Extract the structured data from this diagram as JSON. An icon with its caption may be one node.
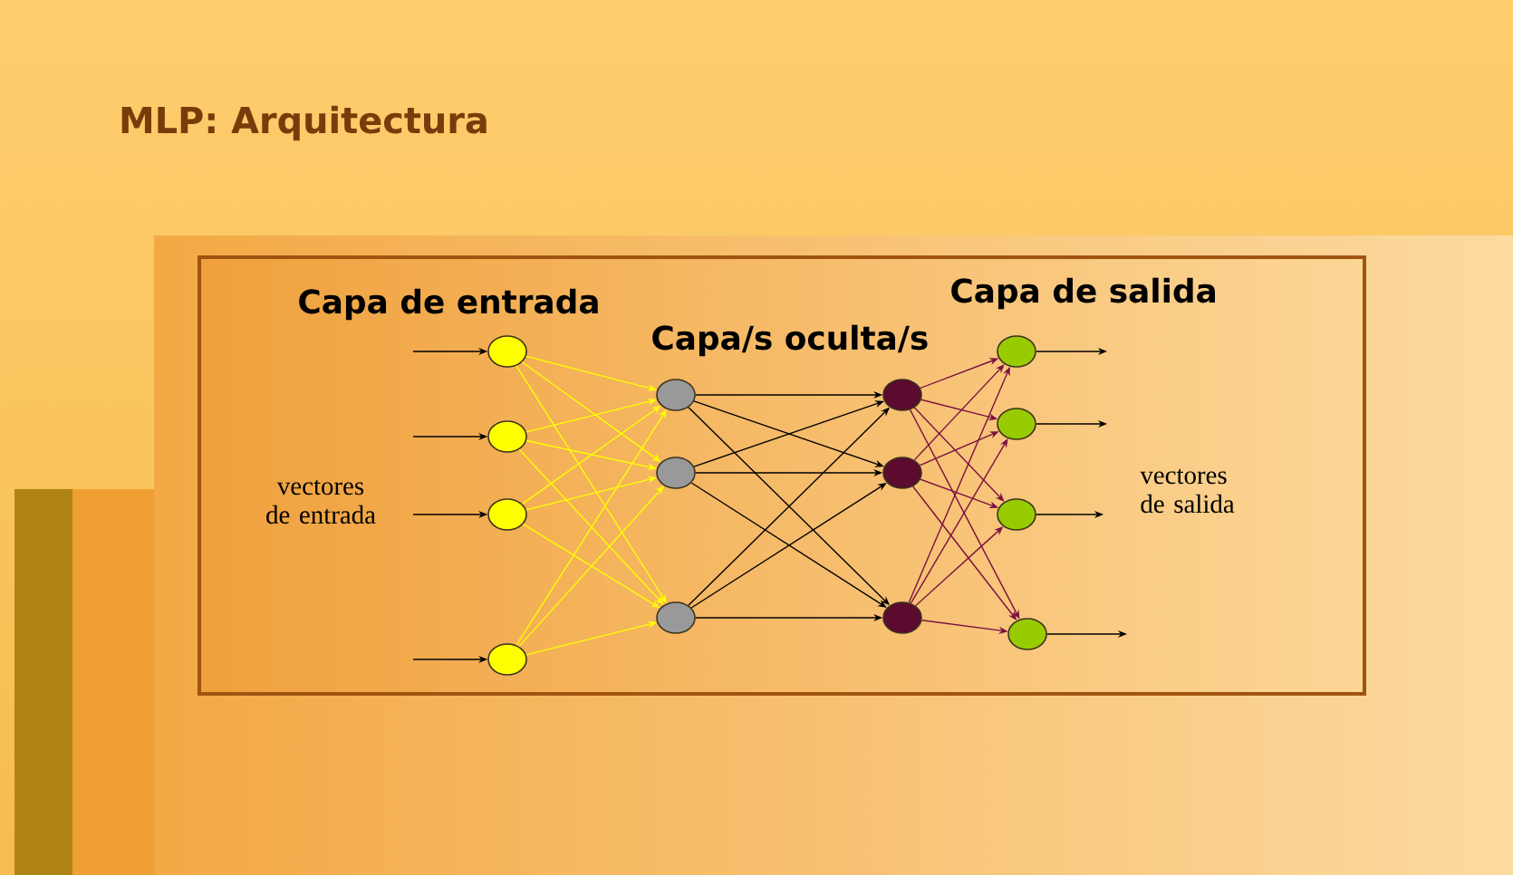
{
  "diagram": {
    "title": "MLP: Arquitectura",
    "nodes": [
      {
        "text": [],
        "shape": "circle"
      },
      {
        "text": [],
        "shape": "circle"
      },
      {
        "text": [],
        "shape": "circle"
      },
      {
        "text": [],
        "shape": "circle"
      },
      {
        "text": [],
        "shape": "circle"
      },
      {
        "text": [],
        "shape": "circle"
      },
      {
        "text": [],
        "shape": "circle"
      },
      {
        "text": [],
        "shape": "circle"
      },
      {
        "text": [],
        "shape": "circle"
      },
      {
        "text": [],
        "shape": "circle"
      },
      {
        "text": [],
        "shape": "circle"
      },
      {
        "text": [],
        "shape": "circle"
      },
      {
        "text": [],
        "shape": "circle"
      },
      {
        "text": [],
        "shape": "circle"
      }
    ],
    "edges": [
      {
        "from": null,
        "to": 0,
        "arrow": "to"
      },
      {
        "from": null,
        "to": 1,
        "arrow": "to"
      },
      {
        "from": null,
        "to": 2,
        "arrow": "to"
      },
      {
        "from": null,
        "to": 3,
        "arrow": "to"
      },
      {
        "from": 0,
        "to": 4,
        "arrow": "to",
        "color": "#ffff00"
      },
      {
        "from": 0,
        "to": 5,
        "arrow": "to",
        "color": "#ffff00"
      },
      {
        "from": 0,
        "to": 6,
        "arrow": "to",
        "color": "#ffff00"
      },
      {
        "from": 1,
        "to": 4,
        "arrow": "to",
        "color": "#ffff00"
      },
      {
        "from": 1,
        "to": 5,
        "arrow": "to",
        "color": "#ffff00"
      },
      {
        "from": 1,
        "to": 6,
        "arrow": "to",
        "color": "#ffff00"
      },
      {
        "from": 2,
        "to": 4,
        "arrow": "to",
        "color": "#ffff00"
      },
      {
        "from": 2,
        "to": 5,
        "arrow": "to",
        "color": "#ffff00"
      },
      {
        "from": 2,
        "to": 6,
        "arrow": "to",
        "color": "#ffff00"
      },
      {
        "from": 3,
        "to": 4,
        "arrow": "to",
        "color": "#ffff00"
      },
      {
        "from": 3,
        "to": 5,
        "arrow": "to",
        "color": "#ffff00"
      },
      {
        "from": 3,
        "to": 6,
        "arrow": "to",
        "color": "#ffff00"
      },
      {
        "from": 4,
        "to": 7,
        "arrow": "to"
      },
      {
        "from": 4,
        "to": 8,
        "arrow": "to"
      },
      {
        "from": 4,
        "to": 9,
        "arrow": "to"
      },
      {
        "from": 5,
        "to": 7,
        "arrow": "to"
      },
      {
        "from": 5,
        "to": 8,
        "arrow": "to"
      },
      {
        "from": 5,
        "to": 9,
        "arrow": "to"
      },
      {
        "from": 6,
        "to": 7,
        "arrow": "to"
      },
      {
        "from": 6,
        "to": 8,
        "arrow": "to"
      },
      {
        "from": 6,
        "to": 9,
        "arrow": "to"
      },
      {
        "from": 7,
        "to": 10,
        "arrow": "to",
        "color": "#7a1040"
      },
      {
        "from": 7,
        "to": 11,
        "arrow": "to",
        "color": "#7a1040"
      },
      {
        "from": 7,
        "to": 12,
        "arrow": "to",
        "color": "#7a1040"
      },
      {
        "from": 7,
        "to": 13,
        "arrow": "to",
        "color": "#7a1040"
      },
      {
        "from": 8,
        "to": 10,
        "arrow": "to",
        "color": "#7a1040"
      },
      {
        "from": 8,
        "to": 11,
        "arrow": "to",
        "color": "#7a1040"
      },
      {
        "from": 8,
        "to": 12,
        "arrow": "to",
        "color": "#7a1040"
      },
      {
        "from": 8,
        "to": 13,
        "arrow": "to",
        "color": "#7a1040"
      },
      {
        "from": 9,
        "to": 10,
        "arrow": "to",
        "color": "#7a1040"
      },
      {
        "from": 9,
        "to": 11,
        "arrow": "to",
        "color": "#7a1040"
      },
      {
        "from": 9,
        "to": 12,
        "arrow": "to",
        "color": "#7a1040"
      },
      {
        "from": 9,
        "to": 13,
        "arrow": "to",
        "color": "#7a1040"
      },
      {
        "from": 10,
        "to": null,
        "arrow": "to"
      },
      {
        "from": 11,
        "to": null,
        "arrow": "to"
      },
      {
        "from": 12,
        "to": null,
        "arrow": "to"
      },
      {
        "from": 13,
        "to": null,
        "arrow": "to"
      }
    ],
    "labels": [
      "Capa de entrada",
      "Capa/s oculta/s",
      "Capa de salida",
      "vectores de entrada",
      "vectores de salida"
    ]
  }
}
